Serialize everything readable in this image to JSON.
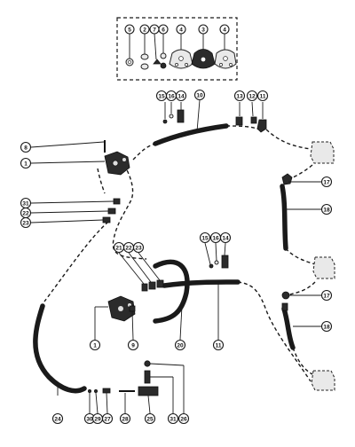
{
  "callouts": {
    "c5": "5",
    "c2": "2",
    "c7": "7",
    "c6": "6",
    "c4a": "4",
    "c3": "3",
    "c4b": "4",
    "c15a": "15",
    "c16a": "16",
    "c14a": "14",
    "c10": "10",
    "c13": "13",
    "c12": "12",
    "c11a": "11",
    "c8": "8",
    "c1a": "1",
    "c17a": "17",
    "c18a": "18",
    "c31a": "31",
    "c22a": "22",
    "c23a": "23",
    "c21": "21",
    "c22b": "22",
    "c23b": "23",
    "c15b": "15",
    "c16b": "16",
    "c14b": "14",
    "c17b": "17",
    "c18b": "18",
    "c1b": "1",
    "c9": "9",
    "c20": "20",
    "c11b": "11",
    "c24": "24",
    "c30": "30",
    "c29": "29",
    "c27": "27",
    "c28": "28",
    "c25": "25",
    "c31b": "31",
    "c26": "26"
  }
}
